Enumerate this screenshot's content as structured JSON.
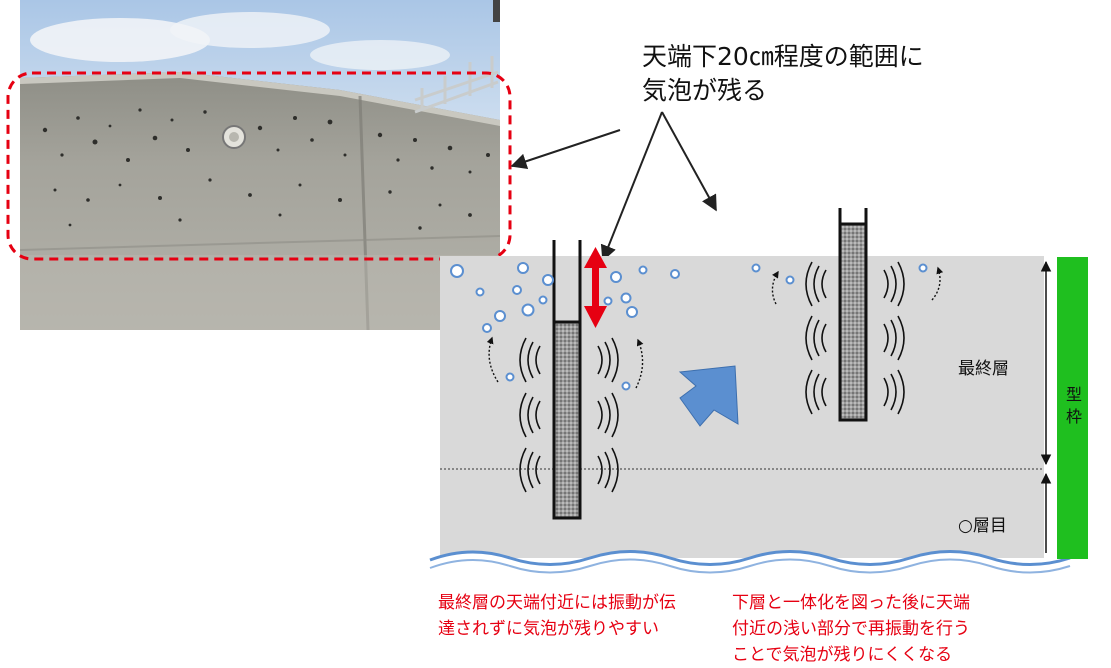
{
  "callout": {
    "lines": [
      "天端下20㎝程度の範囲に",
      "気泡が残る"
    ]
  },
  "layers": {
    "final": "最終層",
    "n": "○層目"
  },
  "formwork": {
    "label": "型枠",
    "color": "#1fbf1f"
  },
  "captions": {
    "left": [
      "最終層の天端付近には振動が伝",
      "達されずに気泡が残りやすい"
    ],
    "right": [
      "下層と一体化を図った後に天端",
      "付近の浅い部分で再振動を行う",
      "ことで気泡が残りにくくなる"
    ],
    "color": "#e60012"
  },
  "colors": {
    "concrete_section": "#d9d9d9",
    "highlight_dash": "#e60012",
    "arrow_double": "#e60012",
    "arrow_transition": "#5b8fd0",
    "bubble": "#5b8fd0"
  }
}
